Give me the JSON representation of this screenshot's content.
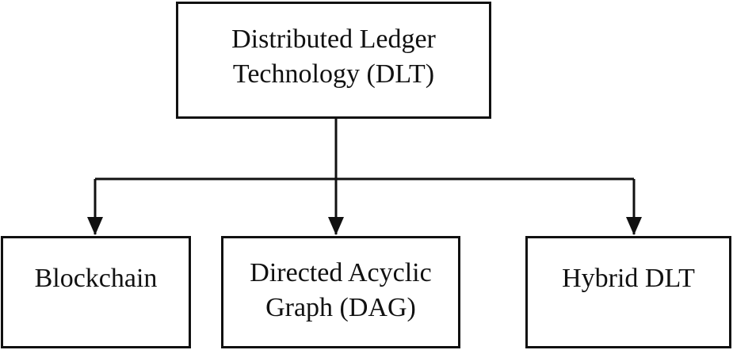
{
  "diagram": {
    "root": {
      "label": "Distributed Ledger\nTechnology (DLT)"
    },
    "children": [
      {
        "label": "Blockchain"
      },
      {
        "label": "Directed Acyclic\nGraph (DAG)"
      },
      {
        "label": "Hybrid DLT"
      }
    ],
    "colors": {
      "stroke": "#111111",
      "fill": "#ffffff"
    }
  }
}
